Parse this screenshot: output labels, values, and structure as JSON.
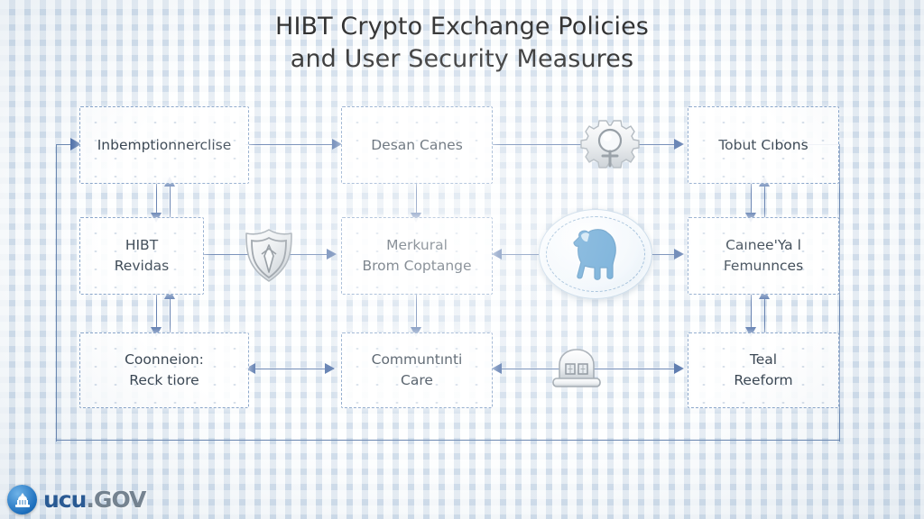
{
  "title": {
    "line1": "HIBT Crypto Exchange Policies",
    "line2": "and User Security Measures"
  },
  "nodes": {
    "top_left": {
      "line1": "Inbemptionnerclise",
      "line2": ""
    },
    "top_center": {
      "line1": "Desan Canes",
      "line2": ""
    },
    "top_right": {
      "line1": "Tobut Cıbons",
      "line2": ""
    },
    "mid_left": {
      "line1": "HIBT",
      "line2": "Revidas"
    },
    "mid_center": {
      "line1": "Merkural",
      "line2": "Brom Coptange"
    },
    "mid_right": {
      "line1": "Caınee'Ya l",
      "line2": "Femunnces"
    },
    "bot_left": {
      "line1": "Coonneion:",
      "line2": "Reck tiore"
    },
    "bot_center": {
      "line1": "Communtınti",
      "line2": "Care"
    },
    "bot_right": {
      "line1": "Teal",
      "line2": "Reeform"
    }
  },
  "icons": {
    "gear_magnifier": "gear-magnifier-icon",
    "shield": "shield-icon",
    "animal_emblem": "animal-emblem-icon",
    "building_dome": "building-dome-icon"
  },
  "watermark": {
    "name": "ucu",
    "suffix": ".GOV"
  },
  "colors": {
    "background": "#e6eef7",
    "connector": "#4d6da3",
    "arrowhead": "#3f63a0",
    "node_border": "#7d9cc4",
    "title_text": "#1b1b1b",
    "logo_blue": "#1d6fbd"
  }
}
